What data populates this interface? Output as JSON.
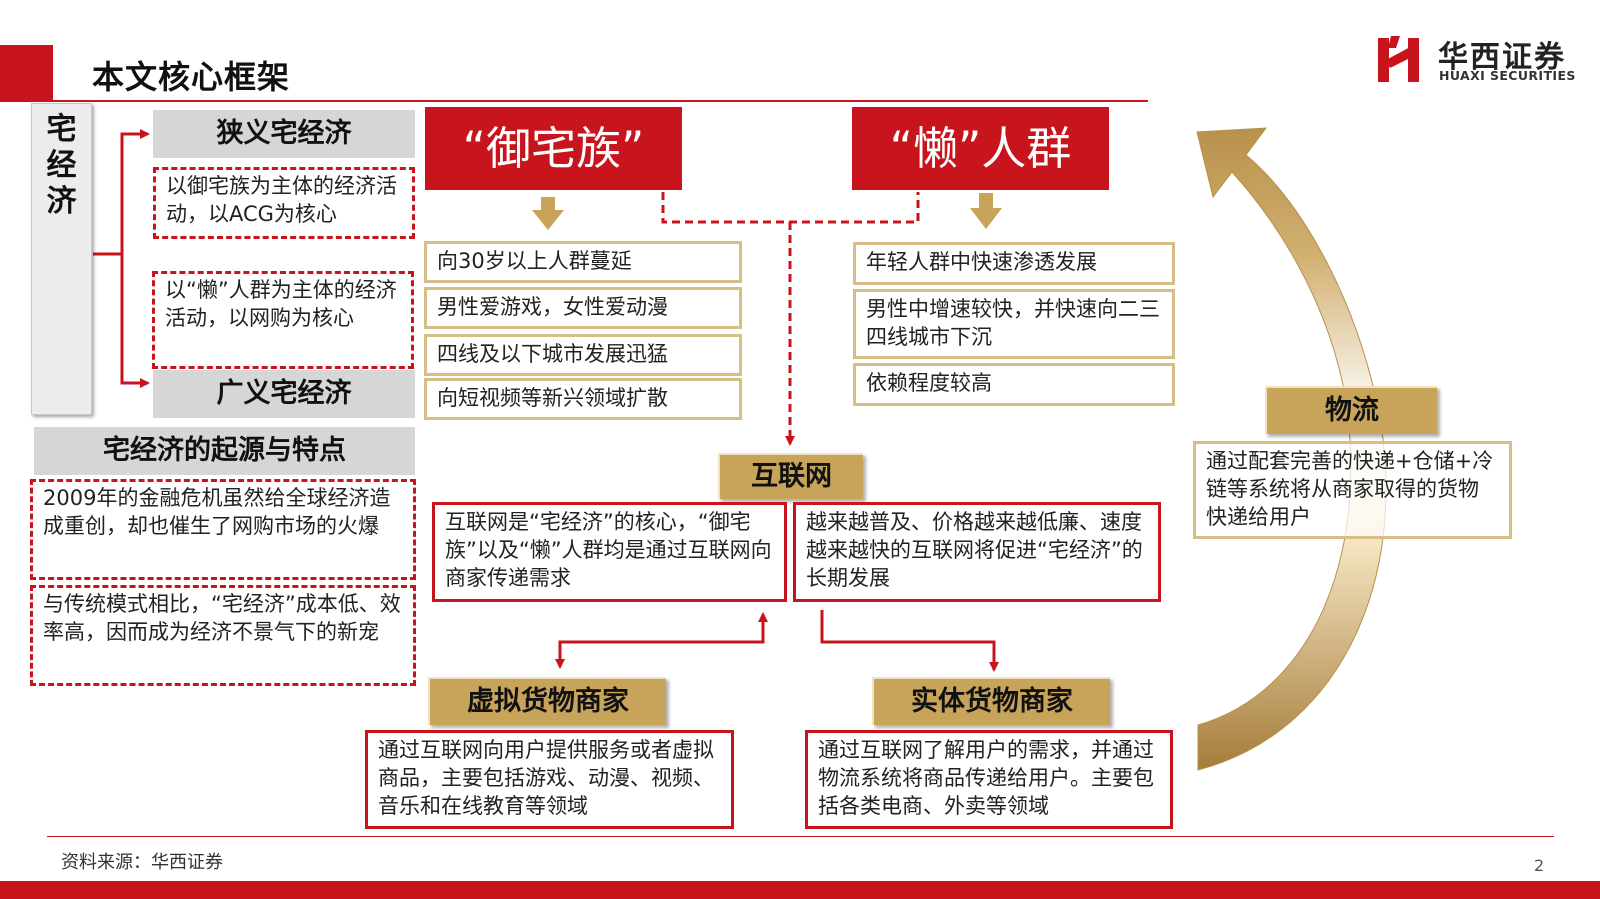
{
  "header": {
    "title": "本文核心框架"
  },
  "brand": {
    "name_cn": "华西证券",
    "name_en": "HUAXI SECURITIES"
  },
  "left": {
    "vertical_title": "宅经济",
    "narrow": {
      "title": "狭义宅经济",
      "desc": "以御宅族为主体的经济活动，以ACG为核心"
    },
    "broad": {
      "title": "广义宅经济",
      "desc": "以“懒”人群为主体的经济活动，以网购为核心"
    },
    "origin": {
      "title": "宅经济的起源与特点",
      "items": [
        "2009年的金融危机虽然给全球经济造成重创，却也催生了网购市场的火爆",
        "与传统模式相比，“宅经济”成本低、效率高，因而成为经济不景气下的新宠"
      ]
    }
  },
  "otaku": {
    "title": "“御宅族”",
    "items": [
      "向30岁以上人群蔓延",
      "男性爱游戏，女性爱动漫",
      "四线及以下城市发展迅猛",
      "向短视频等新兴领域扩散"
    ]
  },
  "lazy": {
    "title": "“懒”人群",
    "items": [
      "年轻人群中快速渗透发展",
      "男性中增速较快，并快速向二三四线城市下沉",
      "依赖程度较高"
    ]
  },
  "internet": {
    "title": "互联网",
    "left_desc": "互联网是“宅经济”的核心，“御宅族”以及“懒”人群均是通过互联网向商家传递需求",
    "right_desc": "越来越普及、价格越来越低廉、速度越来越快的互联网将促进“宅经济”的长期发展"
  },
  "virtual": {
    "title": "虚拟货物商家",
    "desc": "通过互联网向用户提供服务或者虚拟商品，主要包括游戏、动漫、视频、音乐和在线教育等领域"
  },
  "physical": {
    "title": "实体货物商家",
    "desc": "通过互联网了解用户的需求，并通过物流系统将商品传递给用户。主要包括各类电商、外卖等领域"
  },
  "logistics": {
    "title": "物流",
    "desc": "通过配套完善的快递+仓储+冷链等系统将从商家取得的货物快递给用户"
  },
  "footer": {
    "source": "资料来源：华西证券",
    "page": "2"
  }
}
